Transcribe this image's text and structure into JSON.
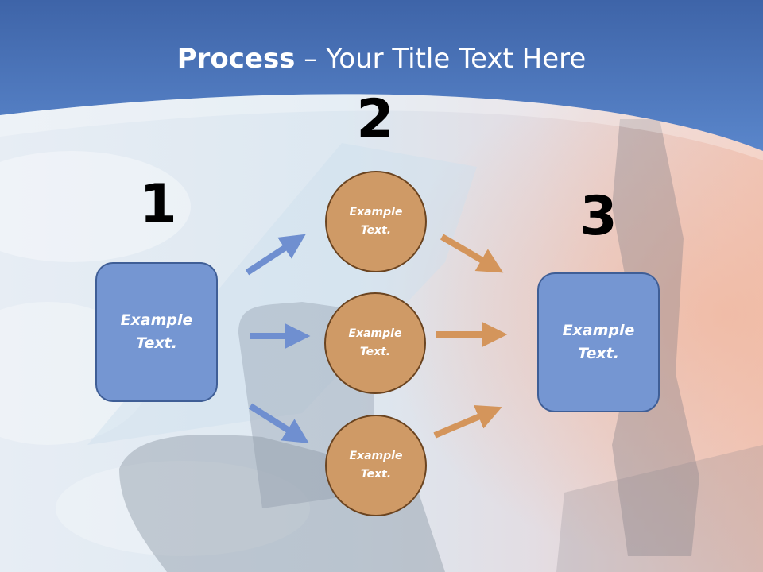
{
  "title": {
    "bold": "Process",
    "rest": " – Your Title Text Here"
  },
  "numbers": [
    "1",
    "2",
    "3"
  ],
  "left_box": {
    "line1": "Example",
    "line2": "Text."
  },
  "right_box": {
    "line1": "Example",
    "line2": "Text."
  },
  "circles": [
    {
      "line1": "Example",
      "line2": "Text."
    },
    {
      "line1": "Example",
      "line2": "Text."
    },
    {
      "line1": "Example",
      "line2": "Text."
    }
  ],
  "colors": {
    "header_blue": "#4d74b8",
    "box_fill": "#7596d2",
    "circle_fill": "#cf9a66",
    "blue_arrow": "#6f8fd0",
    "orange_arrow": "#d4955b"
  }
}
